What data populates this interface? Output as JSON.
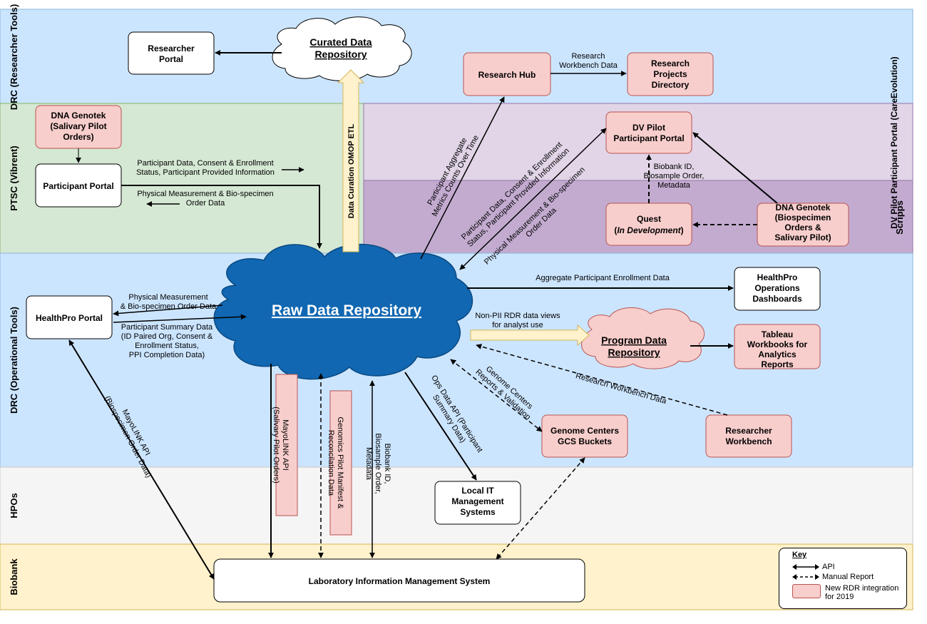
{
  "lanes": {
    "drc_research": "DRC (Researcher Tools)",
    "ptsc": "PTSC (Vibrent)",
    "dv_pilot": "DV Pilot Participant Portal (CareEvolution)",
    "scripps": "Scripps",
    "drc_ops": "DRC (Operational Tools)",
    "hpos": "HPOs",
    "biobank": "Biobank"
  },
  "nodes": {
    "researcher_portal": "Researcher Portal",
    "curated_repo": "Curated Data Repository",
    "research_hub": "Research Hub",
    "research_projects": "Research Projects Directory",
    "dna_genotek_salivary": "DNA Genotek (Salivary Pilot Orders)",
    "participant_portal": "Participant Portal",
    "dv_pilot_portal": "DV Pilot Participant Portal",
    "quest_name": "Quest",
    "quest_status": "In Development",
    "dna_genotek_biospecimen": "DNA Genotek (Biospecimen Orders & Salivary Pilot)",
    "raw_repo": "Raw Data Repository",
    "healthpro_portal": "HealthPro Portal",
    "healthpro_dashboards": "HealthPro Operations Dashboards",
    "program_repo": "Program Data Repository",
    "tableau": "Tableau Workbooks for Analytics Reports",
    "genome_centers": "Genome Centers GCS Buckets",
    "researcher_workbench": "Researcher Workbench",
    "local_it": "Local IT Management Systems",
    "lims": "Laboratory Information Management System",
    "mayolink_salivary": "MayoLINK API (Salivary Pilot Orders)",
    "genomics_manifest": "Genomics Pilot Manifest & Reconcilation Data"
  },
  "labels": {
    "research_workbench_data": "Research Workbench Data",
    "participant_data_consent": "Participant Data, Consent & Enrollment Status, Participant Provided Information",
    "physical_measurement_order": "Physical Measurement & Bio-specimen Order Data",
    "data_curation_etl": "Data Curation OMOP ETL",
    "participant_aggregate": "Participant Aggregate Metrics Counts Over Time",
    "dv_participant_data": "Participant Data, Consent & Enrollment Status, Participant Provided Information",
    "dv_physical_measurement": "Physical Measurement & Bio-specimen Order Data",
    "biobank_id_order_metadata": "Biobank ID, Biosample Order, Metadata",
    "aggregate_enrollment": "Aggregate Participant Enrollment Data",
    "non_pii_views": "Non-PII RDR data views for analyst use",
    "healthpro_physical": "Physical Measurement & Bio-specimen Order Data",
    "participant_summary": "Participant Summary Data (ID Paired Org, Consent & Enrollment Status, PPI Completion Data)",
    "genome_reports": "Genome Centers Reports & Validation",
    "research_workbench_data_2": "Research Workbench Data",
    "ops_data_api": "Ops Data API (Participant Summary Data)",
    "mayolink_biospecimen": "MayoLINK API (Biospecimen Order Data)",
    "biobank_id_metadata_2": "Biobank ID, Biosample Order, Metadata"
  },
  "key": {
    "title": "Key",
    "api": "API",
    "manual": "Manual Report",
    "new": "New RDR integration for 2019"
  },
  "colors": {
    "lane_drc": "#cce5ff",
    "lane_ptsc": "#d5e8d4",
    "lane_dv": "#e1d5e7",
    "lane_scripps": "#c3abd0",
    "lane_hpo": "#f5f5f5",
    "lane_biobank": "#fff2cc",
    "raw_cloud": "#1167b1",
    "new_integration": "#f8cecc",
    "etl_arrow": "#fff2cc"
  }
}
